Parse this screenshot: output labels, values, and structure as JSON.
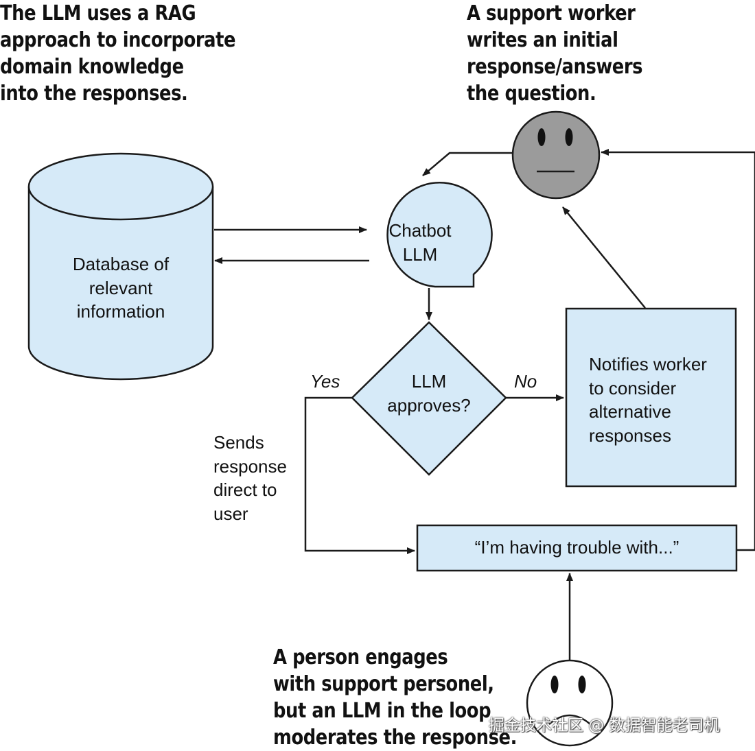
{
  "annotations": {
    "rag": "The LLM uses a RAG\napproach to incorporate\ndomain knowledge\ninto the responses.",
    "support_worker": "A support worker\nwrites an initial\nresponse/answers\nthe question.",
    "person": "A person engages\nwith support personel,\nbut an LLM in the loop\nmoderates the response."
  },
  "nodes": {
    "database": "Database of\nrelevant\ninformation",
    "chatbot": "Chatbot\nLLM",
    "decision": "LLM\napproves?",
    "notify": "Notifies worker\nto consider\nalternative\nresponses",
    "message": "“I’m having trouble with...”"
  },
  "edges": {
    "yes": "Yes",
    "no": "No",
    "sends": "Sends\nresponse\ndirect to\nuser"
  },
  "watermark": "掘金技术社区 @ 数据智能老司机",
  "colors": {
    "fill": "#d6eaf8",
    "worker_face": "#9b9b9b",
    "stroke": "#1a1a1a"
  }
}
